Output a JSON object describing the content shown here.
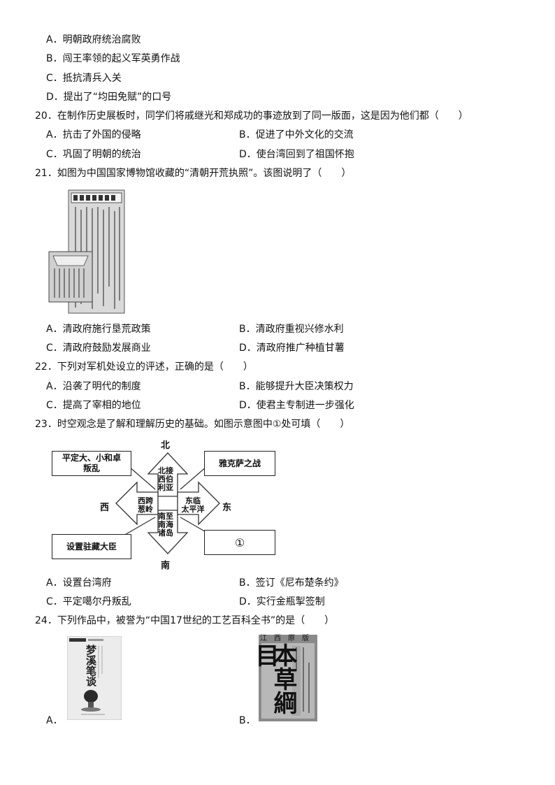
{
  "q19_options": {
    "a": "A．明朝政府统治腐败",
    "b": "B．闯王率领的起义军英勇作战",
    "c": "C．抵抗清兵入关",
    "d": "D．提出了“均田免赋”的口号"
  },
  "q20": {
    "stem": "20．在制作历史展板时，同学们将戚继光和郑成功的事迹放到了同一版面，这是因为他们都（　　）",
    "a": "A．抗击了外国的侵略",
    "b": "B．促进了中外文化的交流",
    "c": "C．巩固了明朝的统治",
    "d": "D．使台湾回到了祖国怀抱"
  },
  "q21": {
    "stem": "21．如图为中国国家博物馆收藏的“清朝开荒执照”。该图说明了（　　）",
    "a": "A．清政府施行垦荒政策",
    "b": "B．清政府重视兴修水利",
    "c": "C．清政府鼓励发展商业",
    "d": "D．清政府推广种植甘薯"
  },
  "q22": {
    "stem": "22．下列对军机处设立的评述，正确的是（　　）",
    "a": "A．沿袭了明代的制度",
    "b": "B．能够提升大臣决策权力",
    "c": "C．提高了宰相的地位",
    "d": "D．使君主专制进一步强化"
  },
  "q23": {
    "stem": "23．时空观念是了解和理解历史的基础。如图示意图中①处可填（　　）",
    "diagram": {
      "north": "北",
      "south": "南",
      "west": "西",
      "east": "东",
      "arrow_north": "北接\n西伯\n利亚",
      "arrow_west": "西跨\n葱岭",
      "arrow_east": "东临\n太平洋",
      "arrow_south": "南至\n南海\n诸岛",
      "box_nw": "平定大、小和卓\n叛乱",
      "box_ne": "雅克萨之战",
      "box_sw": "设置驻藏大臣",
      "box_se": "①"
    },
    "a": "A．设置台湾府",
    "b": "B．签订《尼布楚条约》",
    "c": "C．平定噶尔丹叛乱",
    "d": "D．实行金瓶掣签制"
  },
  "q24": {
    "stem": "24．下列作品中，被誉为“中国17世纪的工艺百科全书”的是（　　）",
    "a": "A．",
    "b": "B．",
    "book_a_title": "梦溪笔谈",
    "book_b_title": "本草綱目",
    "book_b_header": "江西原版"
  }
}
